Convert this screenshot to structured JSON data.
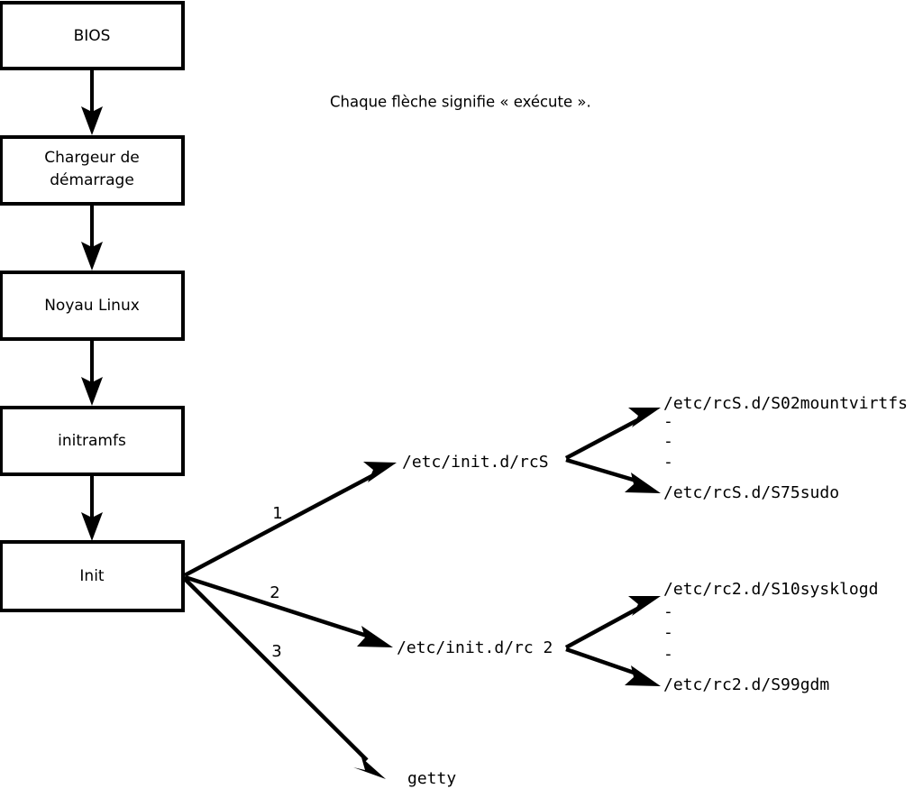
{
  "diagram": {
    "title_caption": "Chaque flèche signifie « exécute ».",
    "colors": {
      "stroke": "#000000",
      "fill": "#ffffff",
      "background": "#ffffff"
    },
    "boot_chain": [
      {
        "id": "bios",
        "label": "BIOS"
      },
      {
        "id": "bootloader",
        "label_line1": "Chargeur de",
        "label_line2": "démarrage"
      },
      {
        "id": "kernel",
        "label": "Noyau Linux"
      },
      {
        "id": "initramfs",
        "label": "initramfs"
      },
      {
        "id": "init",
        "label": "Init"
      }
    ],
    "init_branches": [
      {
        "number": "1",
        "target": "/etc/init.d/rcS"
      },
      {
        "number": "2",
        "target": "/etc/init.d/rc 2"
      },
      {
        "number": "3",
        "target": "getty"
      }
    ],
    "rcs_scripts": {
      "first": "/etc/rcS.d/S02mountvirtfs",
      "ellipsis": [
        "-",
        "-",
        "-"
      ],
      "last": "/etc/rcS.d/S75sudo"
    },
    "rc2_scripts": {
      "first": "/etc/rc2.d/S10sysklogd",
      "ellipsis": [
        "-",
        "-",
        "-"
      ],
      "last": "/etc/rc2.d/S99gdm"
    }
  }
}
